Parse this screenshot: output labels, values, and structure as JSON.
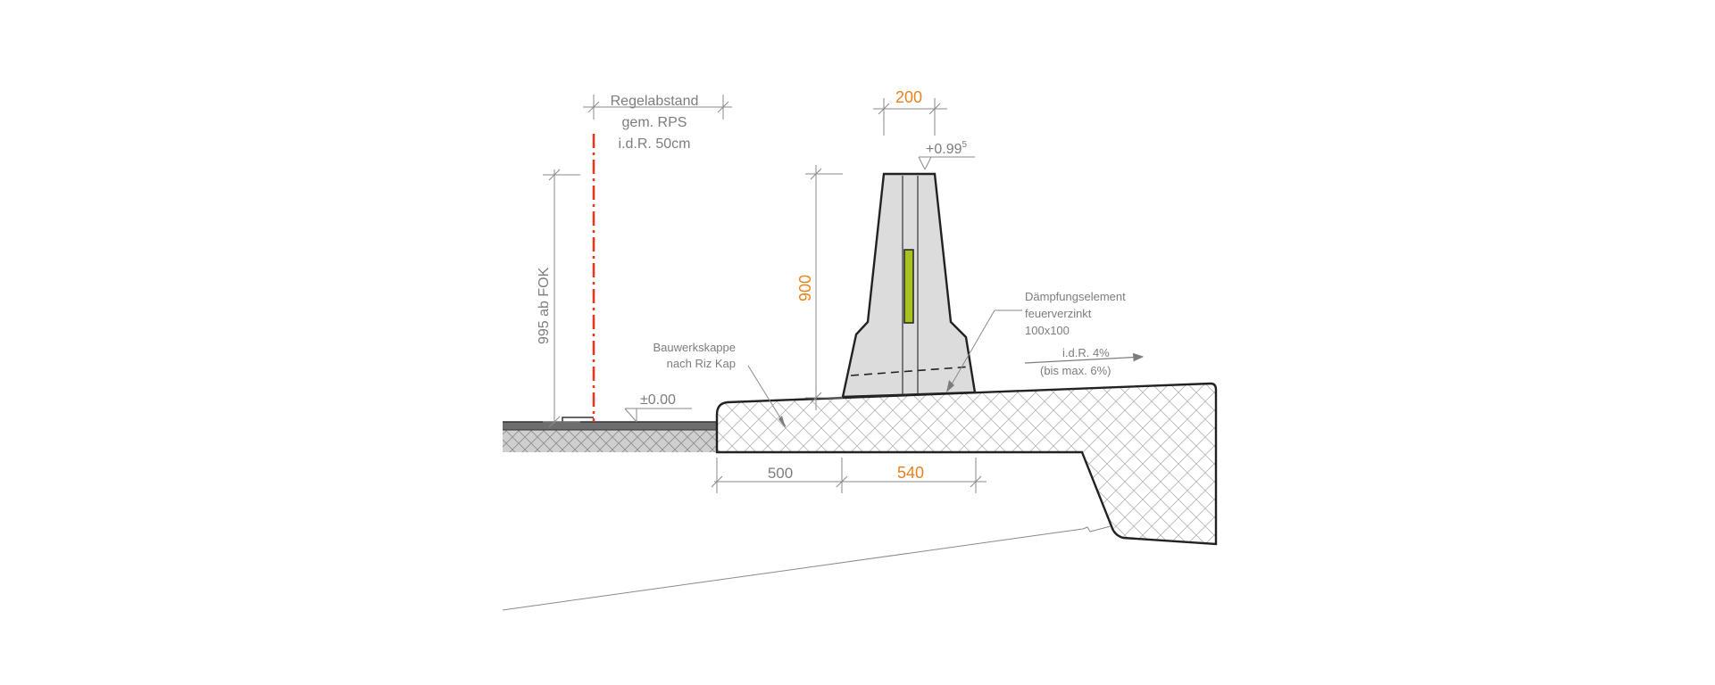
{
  "drawing": {
    "labels": {
      "regelabstand_1": "Regelabstand",
      "regelabstand_2": "gem. RPS",
      "regelabstand_3": "i.d.R. 50cm",
      "height_left": "995 ab FOK",
      "height_barrier": "900",
      "width_top": "200",
      "level_top": "+0.99",
      "level_top_sup": "5",
      "level_zero": "±0.00",
      "bauwerkskappe_1": "Bauwerkskappe",
      "bauwerkskappe_2": "nach Riz Kap",
      "daempfung_1": "Dämpfungselement",
      "daempfung_2": "feuerverzinkt",
      "daempfung_3": "100x100",
      "slope_1": "i.d.R. 4%",
      "slope_2": "(bis max. 6%)",
      "dim_bottom_left": "500",
      "dim_bottom_right": "540"
    },
    "colors": {
      "accent_orange": "#e8821e",
      "post_red": "#e03a1e",
      "barrier_fill": "#dcdcdc",
      "reflector_green": "#a6c21e",
      "dimension_grey": "#8a8a8a",
      "outline": "#222222"
    }
  }
}
